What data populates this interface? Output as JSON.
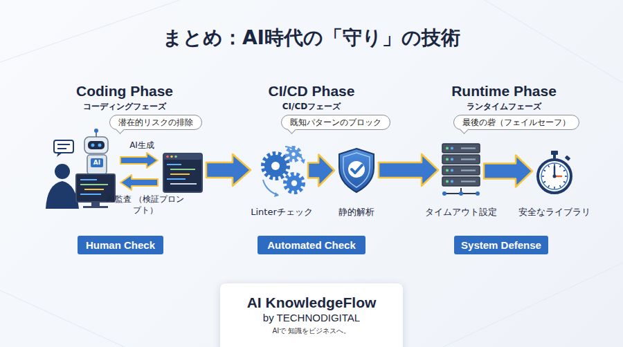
{
  "diagram": {
    "title": "まとめ：AI時代の「守り」の技術",
    "nodes": [
      {
        "text": [
          "潜在的リスクの排除"
        ]
      },
      {
        "text": [
          "Human Check"
        ]
      },
      {
        "text": [
          "既知パターンのブロック"
        ]
      },
      {
        "text": [
          "Linterチェック"
        ]
      },
      {
        "text": [
          "静的解析"
        ]
      },
      {
        "text": [
          "Automated Check"
        ]
      },
      {
        "text": [
          "最後の砦（フェイルセーフ）"
        ]
      },
      {
        "text": [
          "タイムアウト設定"
        ]
      },
      {
        "text": [
          "安全なライブラリ"
        ]
      },
      {
        "text": [
          "System Defense"
        ]
      },
      {
        "text": [
          "AI KnowledgeFlow",
          "by TECHNODIGITAL",
          "AIで 知識をビジネスへ。"
        ]
      }
    ],
    "edges": [
      {
        "from": 3,
        "to": 4,
        "arrow": "to"
      },
      {
        "from": 4,
        "to": 7,
        "arrow": "to"
      },
      {
        "from": 7,
        "to": 8,
        "arrow": "to"
      }
    ],
    "labels": [
      "Coding Phase",
      "コーディングフェーズ",
      "AI",
      "AI生成",
      "AI監査 （検証プロンプト）",
      "CI/CD Phase",
      "CI/CDフェーズ",
      "Runtime Phase",
      "ランタイムフェーズ"
    ]
  }
}
